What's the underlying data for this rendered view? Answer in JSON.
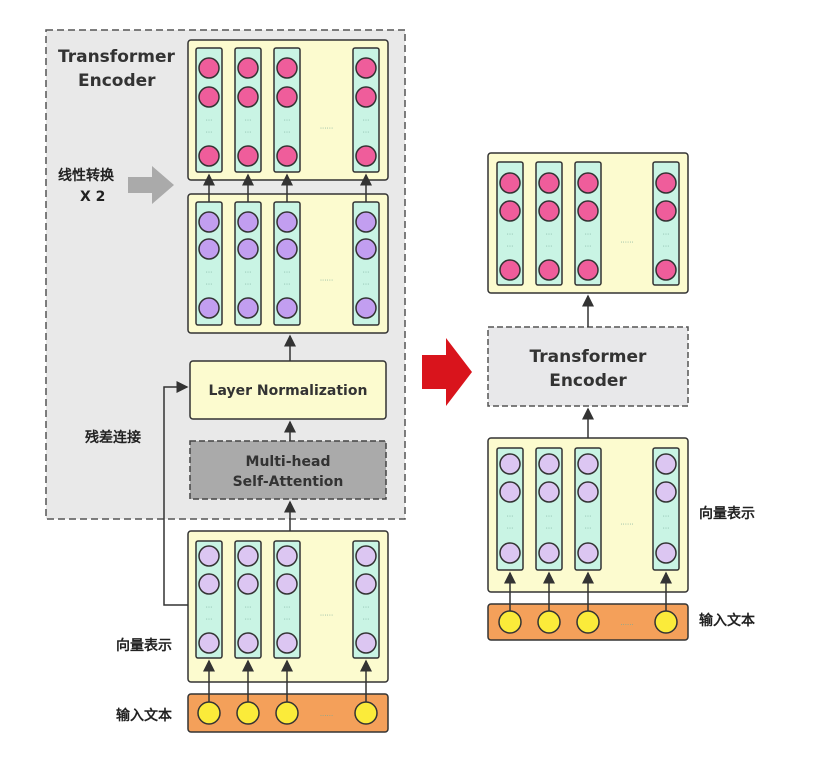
{
  "left": {
    "encoder_title_line1": "Transformer",
    "encoder_title_line2": "Encoder",
    "linear_label_line1": "线性转换",
    "linear_label_line2": "X 2",
    "layer_norm": "Layer Normalization",
    "attention_line1": "Multi-head",
    "attention_line2": "Self-Attention",
    "residual_label": "残差连接",
    "vector_label": "向量表示",
    "input_label": "输入文本"
  },
  "right": {
    "encoder_line1": "Transformer",
    "encoder_line2": "Encoder",
    "vector_label": "向量表示",
    "input_label": "输入文本"
  },
  "ellipsis": "......",
  "colors": {
    "pink": "#ef5d9b",
    "purple": "#c29ef0",
    "lavender": "#dcc6f2",
    "teal": "#c9f4e4",
    "yellow_box": "#fcfbcf",
    "orange": "#f4a05a",
    "token": "#fbeb3a",
    "red_arrow": "#d9141c"
  }
}
